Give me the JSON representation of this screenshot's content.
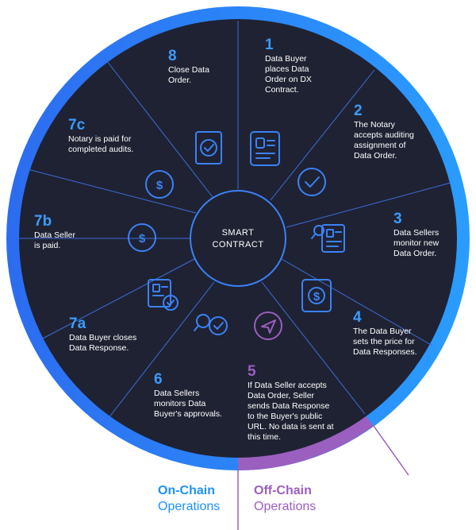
{
  "center": {
    "label": "SMART\nCONTRACT"
  },
  "steps": [
    {
      "id": "1",
      "number": "1",
      "color": "#3b9cff",
      "text": "Data Buyer\nplaces Data\nOrder on DX\nContract."
    },
    {
      "id": "2",
      "number": "2",
      "color": "#3b9cff",
      "text": "The Notary\naccepts auditing\nassignment of\nData Order."
    },
    {
      "id": "3",
      "number": "3",
      "color": "#3b9cff",
      "text": "Data Sellers\nmonitor new\nData Order."
    },
    {
      "id": "4",
      "number": "4",
      "color": "#3b9cff",
      "text": "The Data Buyer\nsets the price for\nData Responses."
    },
    {
      "id": "5",
      "number": "5",
      "color": "#9b5fc0",
      "text": "If Data Seller accepts\nData Order, Seller\nsends Data Response\nto the Buyer's public\nURL. No data is sent at\nthis time."
    },
    {
      "id": "6",
      "number": "6",
      "color": "#3b9cff",
      "text": "Data Sellers\nmonitors Data\nBuyer's approvals."
    },
    {
      "id": "7a",
      "number": "7a",
      "color": "#3b9cff",
      "text": "Data Buyer closes\nData Response."
    },
    {
      "id": "7b",
      "number": "7b",
      "color": "#3b9cff",
      "text": "Data Seller\nis paid."
    },
    {
      "id": "7c",
      "number": "7c",
      "color": "#3b9cff",
      "text": "Notary is paid for\ncompleted audits."
    },
    {
      "id": "8",
      "number": "8",
      "color": "#3b9cff",
      "text": "Close Data\nOrder."
    }
  ],
  "legend": {
    "on_chain": {
      "title": "On-Chain",
      "sub": "Operations",
      "color": "#1e90ff"
    },
    "off_chain": {
      "title": "Off-Chain",
      "sub": "Operations",
      "color": "#9b5fc0"
    }
  },
  "colors": {
    "disc": "#1f2233",
    "ring_on_chain": "#2f7fff",
    "ring_off_chain": "#9b5fc0",
    "lines": "#3a6fd8",
    "icons": "#3b82f6",
    "send_icon": "#9b5fc0"
  },
  "icons": [
    "notary-check-icon",
    "id-card-icon",
    "checkmark-circle-icon",
    "search-id-card-icon",
    "dollar-square-icon",
    "send-icon",
    "search-check-icon",
    "id-card-check-icon",
    "dollar-circle-icon",
    "dollar-circle-icon",
    "checkmark-square-icon"
  ]
}
